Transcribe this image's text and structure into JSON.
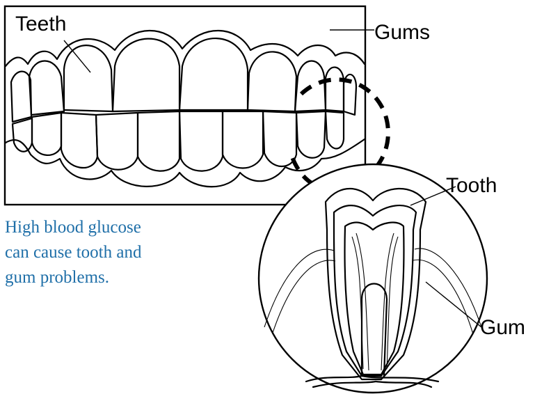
{
  "labels": {
    "teeth": "Teeth",
    "gums": "Gums",
    "tooth": "Tooth",
    "gum": "Gum"
  },
  "caption": {
    "lines": [
      "High blood glucose",
      "can cause tooth and",
      "gum problems."
    ]
  },
  "colors": {
    "caption": "#1f6fa8",
    "line": "#000000",
    "background": "#ffffff"
  }
}
